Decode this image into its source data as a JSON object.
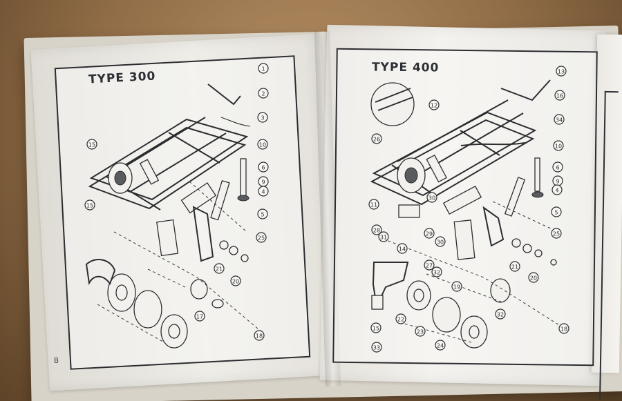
{
  "manual": {
    "left_page": {
      "title": "TYPE 300",
      "page_number": "8"
    },
    "right_page": {
      "title": "TYPE 400"
    }
  }
}
